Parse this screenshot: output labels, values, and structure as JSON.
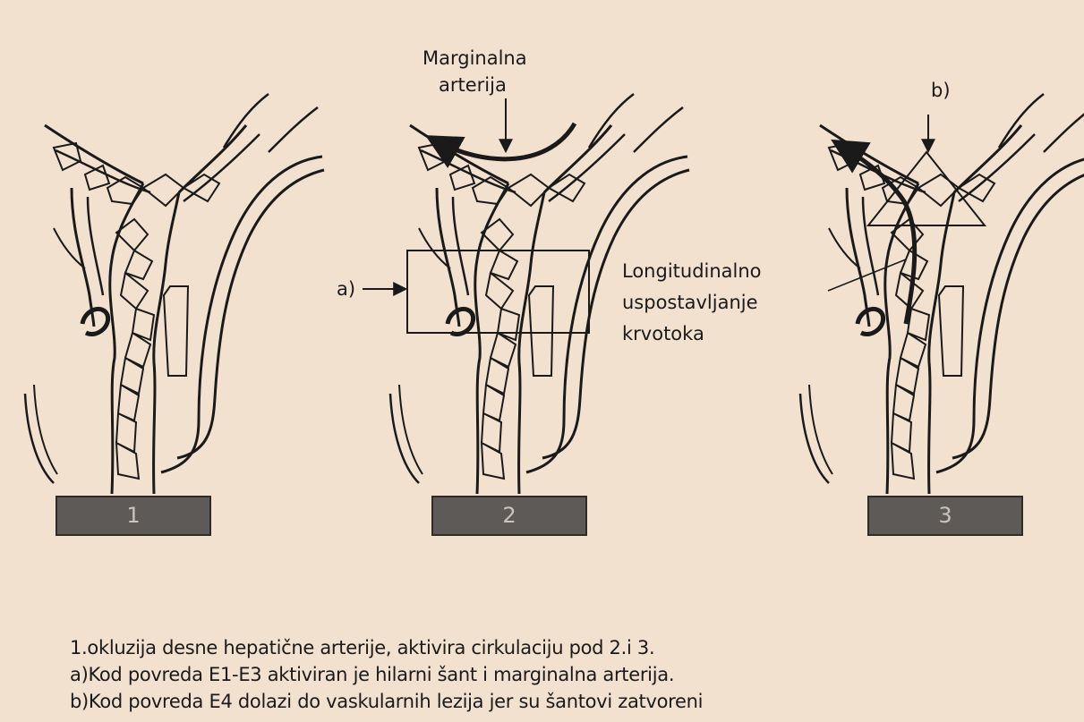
{
  "labels": {
    "marginal_line1": "Marginalna",
    "marginal_line2": "arterija",
    "a": "a)",
    "b": "b)",
    "longitudinal": [
      "Longitudinalno",
      "uspostavljanje",
      "krvotoka"
    ]
  },
  "panels": [
    "1",
    "2",
    "3"
  ],
  "captions": [
    "1.okluzija desne hepatične arterije, aktivira cirkulaciju pod 2.i 3.",
    "a)Kod povreda E1-E3 aktiviran je hilarni šant i marginalna arterija.",
    "b)Kod povreda E4 dolazi do vaskularnih lezija jer su šantovi zatvoreni"
  ],
  "colors": {
    "background": "#f3e1cf",
    "ink": "#1a1a1a",
    "box": "#5e5a57"
  }
}
